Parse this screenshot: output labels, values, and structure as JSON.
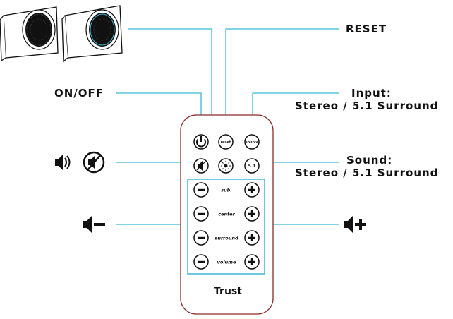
{
  "labels": {
    "reset": "RESET",
    "on_off": "ON/OFF",
    "input_title": "Input:",
    "input_sub": "Stereo / 5.1 Surround",
    "sound_title": "Sound:",
    "sound_sub": "Stereo / 5.1 Surround"
  },
  "remote": {
    "reset_btn": "reset",
    "source_btn": "source",
    "mode_btn": "5.1",
    "rows": [
      "sub.",
      "center",
      "surround",
      "volume"
    ],
    "minus": "−",
    "plus": "+",
    "brand": "Trust"
  },
  "colors": {
    "callout": "#3ab6d6",
    "remote_outline": "#8a2a2a",
    "ink": "#111111"
  }
}
